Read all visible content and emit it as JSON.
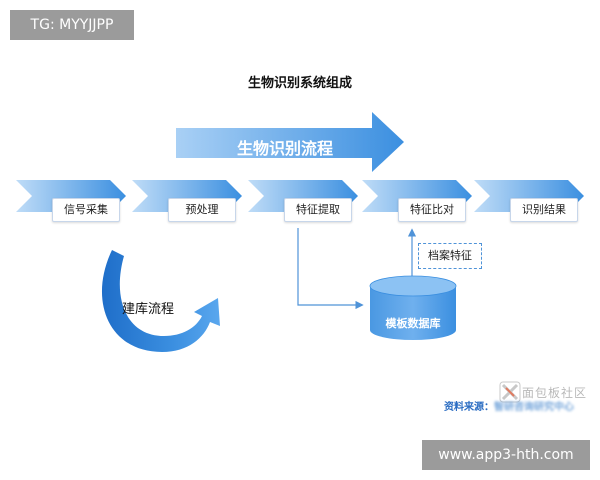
{
  "watermark_tag": "TG: MYYJJPP",
  "watermark_url": "www.app3-hth.com",
  "watermark_logo_text": "面包板社区",
  "title": "生物识别系统组成",
  "main_flow_label": "生物识别流程",
  "steps": [
    {
      "label": "信号采集"
    },
    {
      "label": "预处理"
    },
    {
      "label": "特征提取"
    },
    {
      "label": "特征比对"
    },
    {
      "label": "识别结果"
    }
  ],
  "archive_feature": "档案特征",
  "template_db": "模板数据库",
  "build_flow_label": "建库流程",
  "source_prefix": "资料来源：",
  "source_blurred": "智研咨询研究中心",
  "colors": {
    "primary_blue": "#3b8fe0",
    "light_blue": "#a9d0f5",
    "dark_blue": "#1f6ec9"
  }
}
